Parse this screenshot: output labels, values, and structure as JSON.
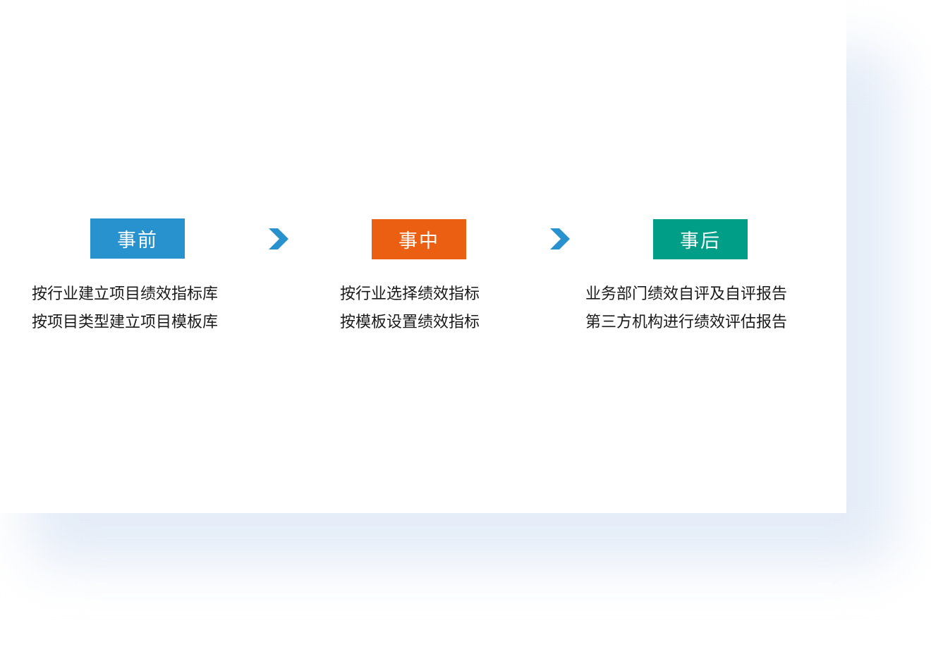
{
  "stages": [
    {
      "label": "事前",
      "color": "#2892cf",
      "lines": [
        "按行业建立项目绩效指标库",
        "按项目类型建立项目模板库"
      ]
    },
    {
      "label": "事中",
      "color": "#eb5f12",
      "lines": [
        "按行业选择绩效指标",
        "按模板设置绩效指标"
      ]
    },
    {
      "label": "事后",
      "color": "#009e87",
      "lines": [
        "业务部门绩效自评及自评报告",
        "第三方机构进行绩效评估报告"
      ]
    }
  ],
  "connector": {
    "icon": "chevron-right-icon",
    "color": "#2892cf"
  },
  "card": {
    "shadow_color": "#e4ecf7",
    "background": "#ffffff"
  }
}
